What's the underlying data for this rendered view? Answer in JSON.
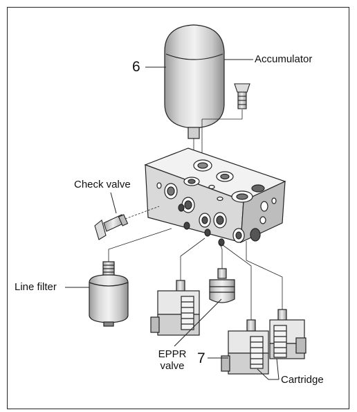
{
  "labels": {
    "accumulator": "Accumulator",
    "check_valve": "Check valve",
    "line_filter": "Line filter",
    "eppr_line1": "EPPR",
    "eppr_line2": "valve",
    "cartridge": "Cartridge"
  },
  "callouts": {
    "accumulator_num": "6",
    "cartridge_num": "7"
  }
}
